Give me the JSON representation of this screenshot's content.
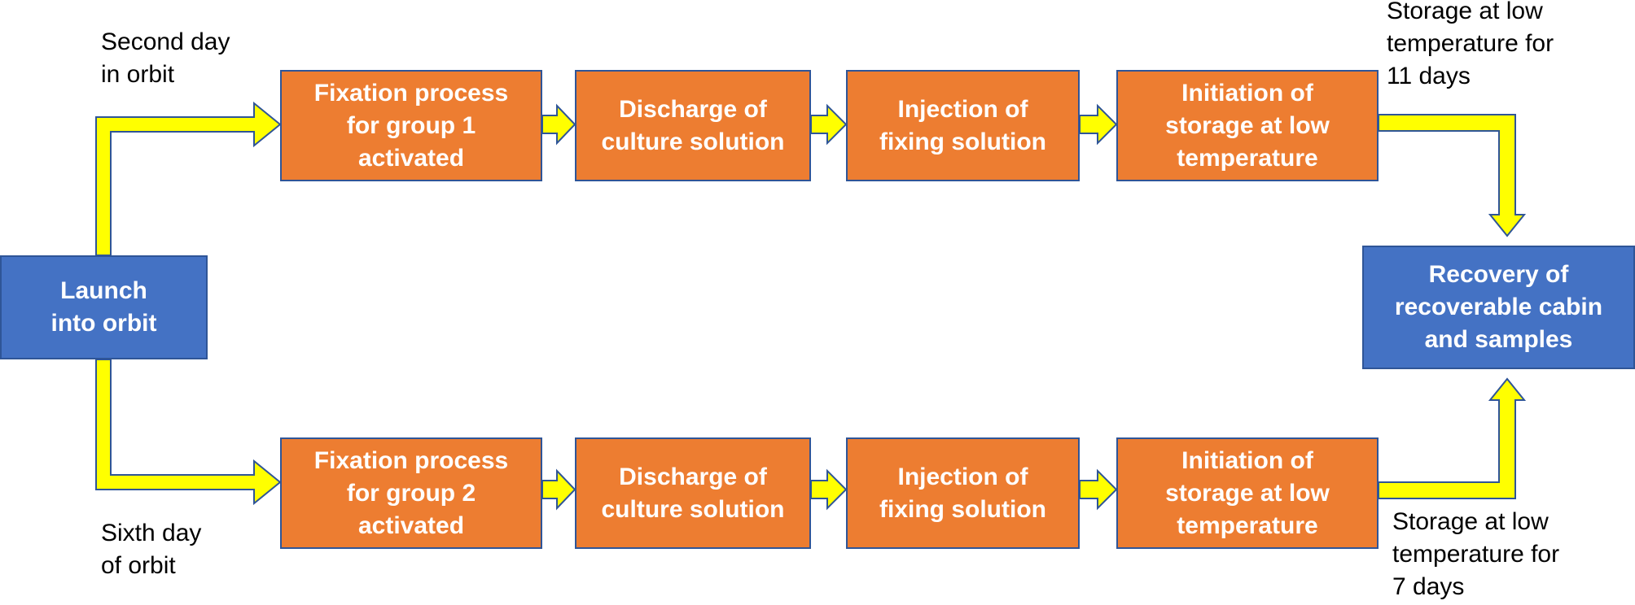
{
  "colors": {
    "process_box": "#ED7D31",
    "terminal_box": "#4472C4",
    "box_border": "#2F5597",
    "arrow_fill": "#FFFF00",
    "arrow_outline": "#2F5597"
  },
  "nodes": {
    "launch": "Launch\ninto orbit",
    "recovery": "Recovery of\nrecoverable cabin\nand samples",
    "group1": {
      "fixation": "Fixation process\nfor group 1\nactivated",
      "discharge": "Discharge of\nculture solution",
      "injection": "Injection of\nfixing solution",
      "storage": "Initiation of\nstorage at low\ntemperature"
    },
    "group2": {
      "fixation": "Fixation process\nfor group 2\nactivated",
      "discharge": "Discharge of\nculture solution",
      "injection": "Injection of\nfixing solution",
      "storage": "Initiation of\nstorage at low\ntemperature"
    }
  },
  "notes": {
    "second_day": "Second day\nin orbit",
    "sixth_day": "Sixth day\nof orbit",
    "storage_11": "Storage at low\ntemperature for\n11 days",
    "storage_7": "Storage at low\ntemperature for\n7 days"
  }
}
